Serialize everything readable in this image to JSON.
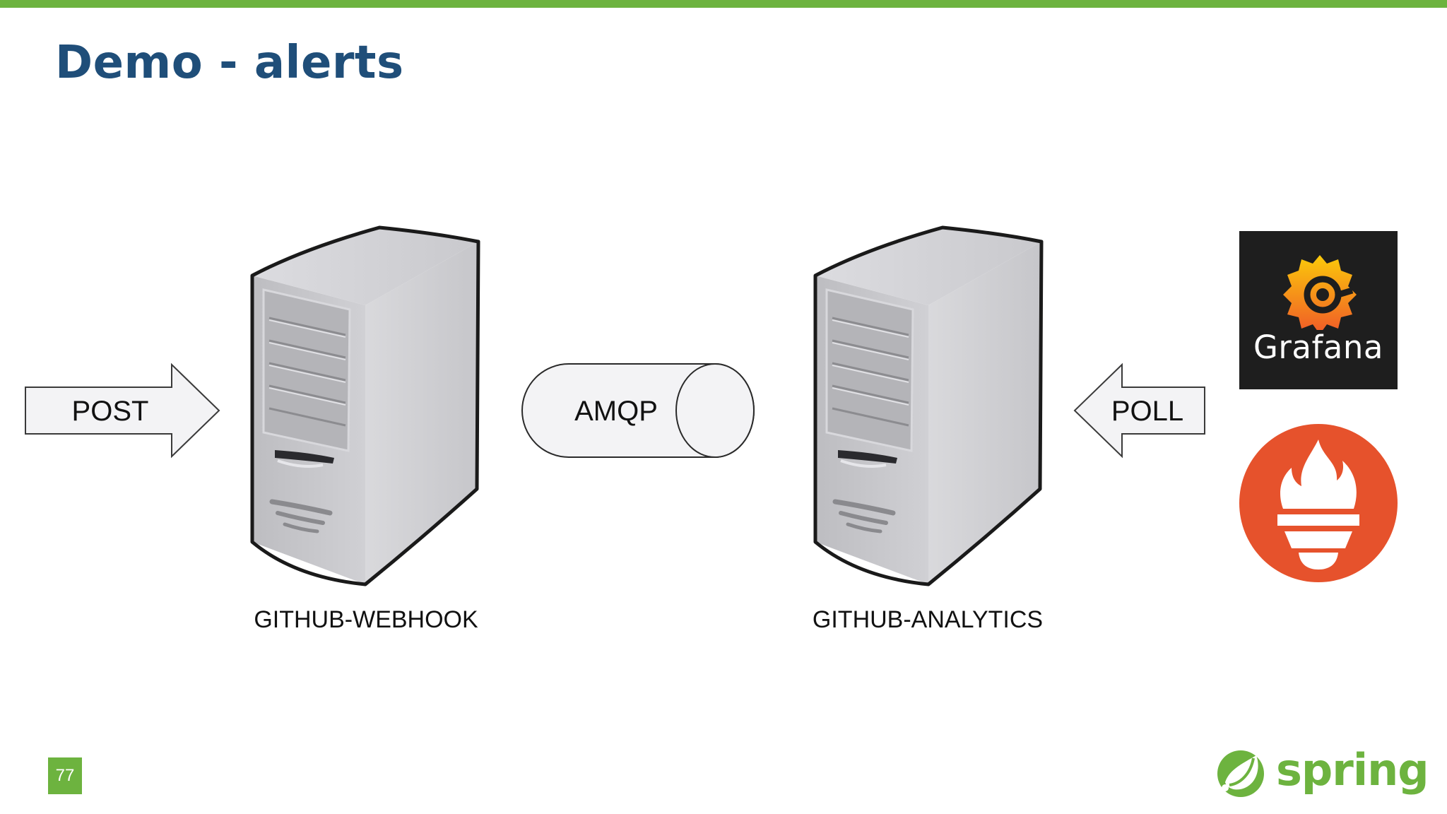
{
  "slide": {
    "title": "Demo - alerts",
    "page_number": "77"
  },
  "diagram": {
    "left_arrow_label": "POST",
    "queue_label": "AMQP",
    "right_arrow_label": "POLL",
    "servers": [
      {
        "label": "GITHUB-WEBHOOK"
      },
      {
        "label": "GITHUB-ANALYTICS"
      }
    ]
  },
  "logos": {
    "grafana": "Grafana",
    "prometheus": "prometheus-logo",
    "spring": "spring"
  },
  "colors": {
    "accent_green": "#6db33f",
    "title_blue": "#1f4e79",
    "grafana_bg": "#1e1e1e",
    "prometheus_orange": "#e6522c"
  }
}
